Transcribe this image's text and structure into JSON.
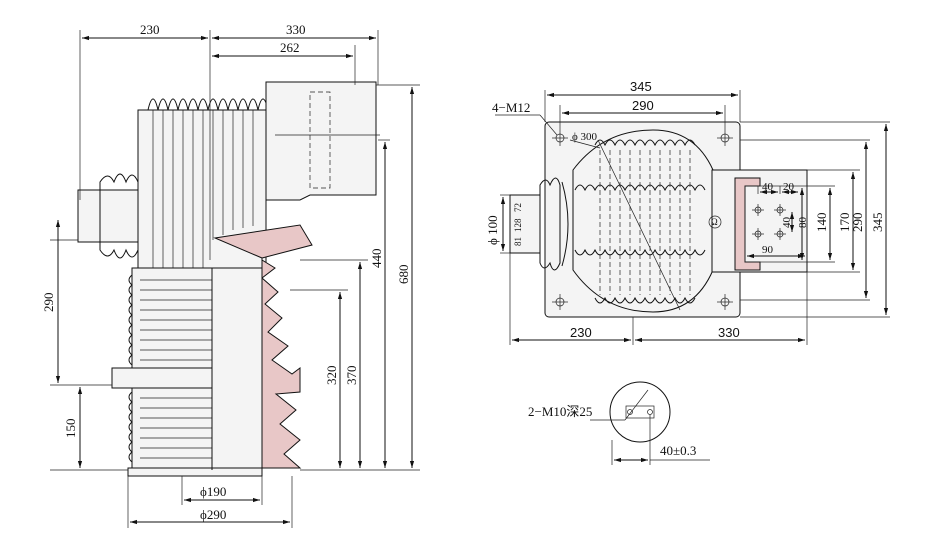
{
  "side_view": {
    "dims": {
      "top_left": "230",
      "top_right": "330",
      "inner_top": "262",
      "height_290": "290",
      "height_150": "150",
      "height_320": "320",
      "height_370": "370",
      "height_440": "440",
      "height_680": "680",
      "dia_190": "ϕ190",
      "dia_290": "ϕ290"
    }
  },
  "top_view": {
    "dims": {
      "width_345": "345",
      "width_290": "290",
      "hole_label": "4−M12",
      "dia_300": "ϕ 300",
      "dia_100": "ϕ 100",
      "bottom_230": "230",
      "bottom_330": "330",
      "right_140": "140",
      "right_170": "170",
      "right_290": "290",
      "right_345": "345",
      "box_40": "40",
      "box_20": "20",
      "box_40v": "40",
      "box_80": "80",
      "box_90": "90",
      "small_72": "72",
      "small_128": "128",
      "small_81": "81",
      "small_ohm": "Ω"
    }
  },
  "detail_view": {
    "label": "2−M10深25",
    "tolerance": "40±0.3"
  }
}
